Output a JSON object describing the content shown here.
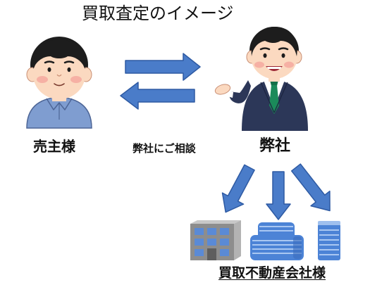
{
  "title": "買取査定のイメージ",
  "labels": {
    "seller": "売主様",
    "consult": "弊社にご相談",
    "company": "弊社",
    "buyers": "買取不動産会社様"
  },
  "colors": {
    "arrow": "#4a7cc9",
    "skin": "#fbd9c0",
    "hair": "#1d1d1d",
    "cheek": "#f4a29b",
    "seller_shirt": "#7f9dd0",
    "suit": "#2c3758",
    "shirt_white": "#ffffff",
    "tie": "#1b8a5a",
    "building_gray": "#8d8d8d",
    "building_blue": "#4c83d6",
    "window_blue": "#5a8ad6"
  }
}
